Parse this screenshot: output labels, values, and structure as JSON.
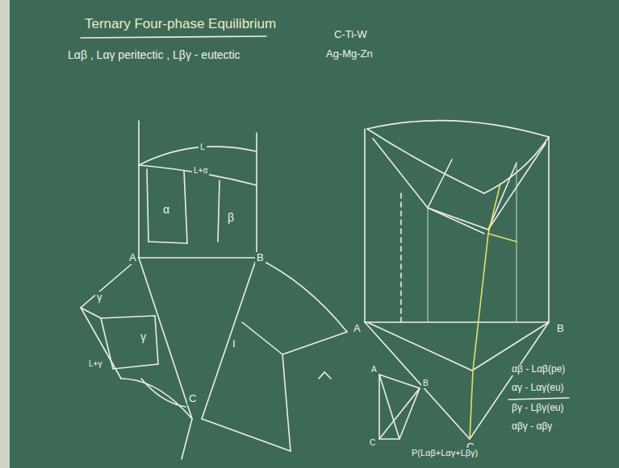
{
  "diagram": {
    "title": "Ternary Four-phase Equilibrium",
    "labels": [
      "Lαβ , Lαγ peritectic , Lβγ - eutectic",
      "C-Ti-W",
      "Ag-Mg-Zn",
      "L",
      "L+α",
      "α",
      "β",
      "A",
      "B",
      "γ",
      "γ",
      "L+γ",
      "I",
      "C",
      "A",
      "B",
      "C",
      "αβ - Lαβ(pe)",
      "αγ - Lαγ(eu)",
      "βγ - Lβγ(eu)",
      "αβγ - αβγ",
      "A",
      "B",
      "C",
      "P(Lαβ+Lαγ+Lβγ)"
    ]
  }
}
